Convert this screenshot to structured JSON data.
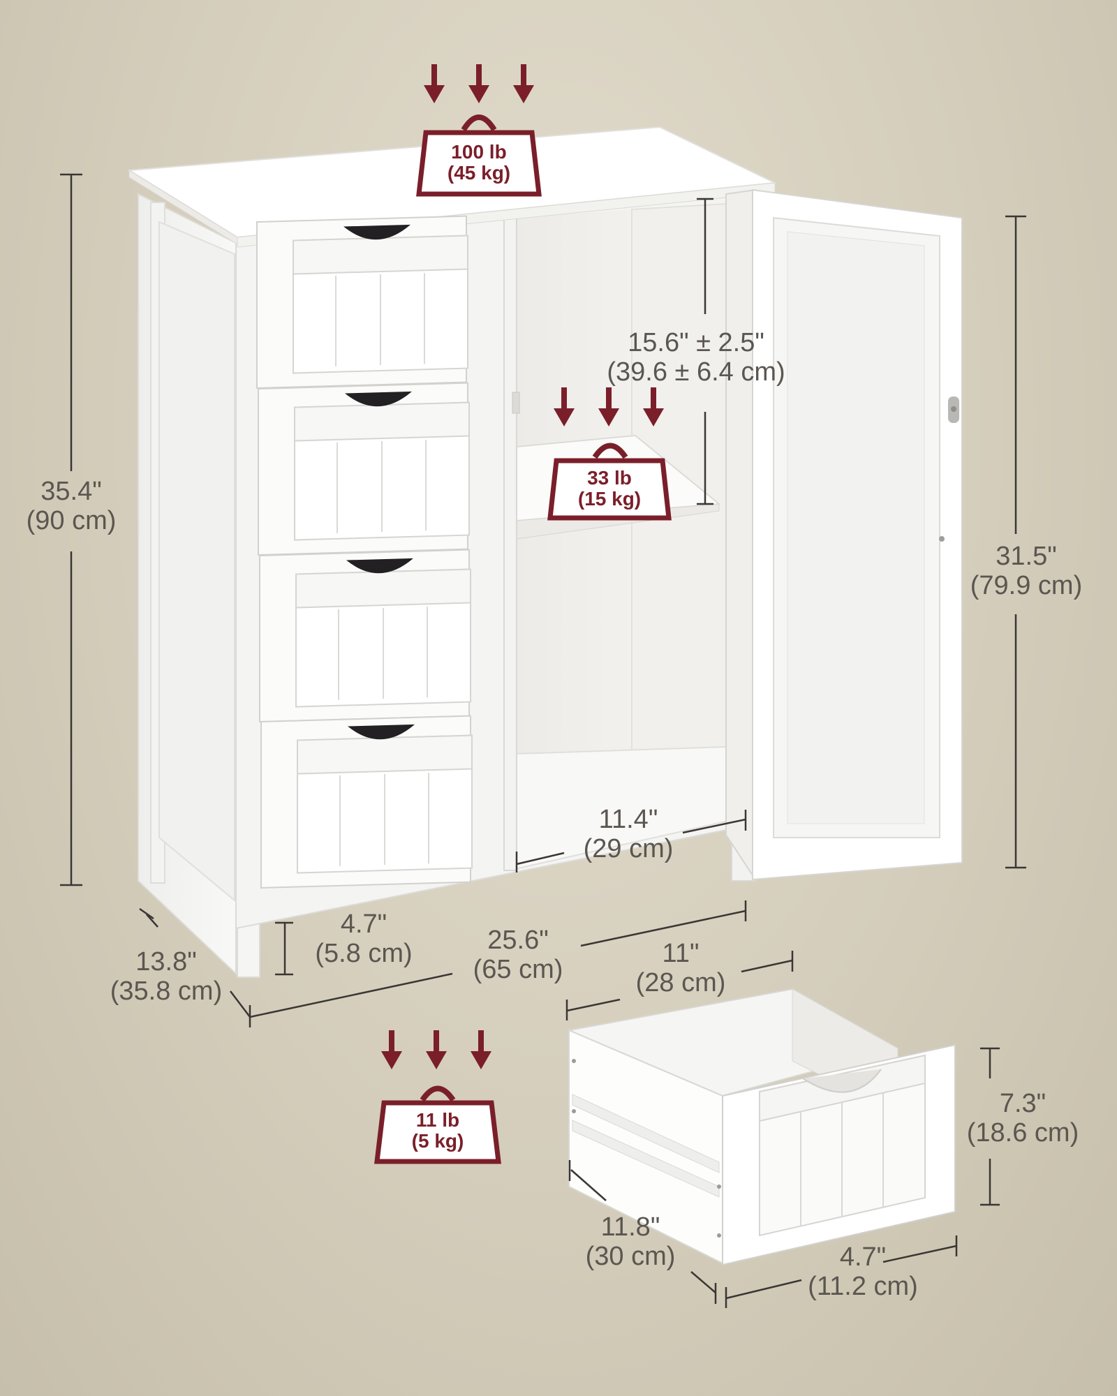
{
  "colors": {
    "accent": "#7a1f2a",
    "cabinet": "#ffffff",
    "dimension_line": "#3a3634",
    "dimension_text": "#5b5650",
    "background": "#d8d2c2"
  },
  "weights": {
    "top": {
      "imperial": "100 lb",
      "metric": "(45 kg)"
    },
    "shelf": {
      "imperial": "33 lb",
      "metric": "(15 kg)"
    },
    "drawer": {
      "imperial": "11 lb",
      "metric": "(5 kg)"
    }
  },
  "dimensions": {
    "total_height": {
      "imperial": "35.4\"",
      "metric": "(90 cm)"
    },
    "door_height": {
      "imperial": "31.5\"",
      "metric": "(79.9 cm)"
    },
    "shelf_gap": {
      "imperial": "15.6\" ± 2.5\"",
      "metric": "(39.6 ± 6.4 cm)"
    },
    "inner_width": {
      "imperial": "11.4\"",
      "metric": "(29 cm)"
    },
    "leg_height": {
      "imperial": "4.7\"",
      "metric": "(5.8 cm)"
    },
    "total_width": {
      "imperial": "25.6\"",
      "metric": "(65 cm)"
    },
    "total_depth": {
      "imperial": "13.8\"",
      "metric": "(35.8 cm)"
    },
    "drawer_width": {
      "imperial": "11\"",
      "metric": "(28 cm)"
    },
    "drawer_height": {
      "imperial": "7.3\"",
      "metric": "(18.6 cm)"
    },
    "drawer_depth": {
      "imperial": "11.8\"",
      "metric": "(30 cm)"
    },
    "drawer_front": {
      "imperial": "4.7\"",
      "metric": "(11.2 cm)"
    }
  }
}
